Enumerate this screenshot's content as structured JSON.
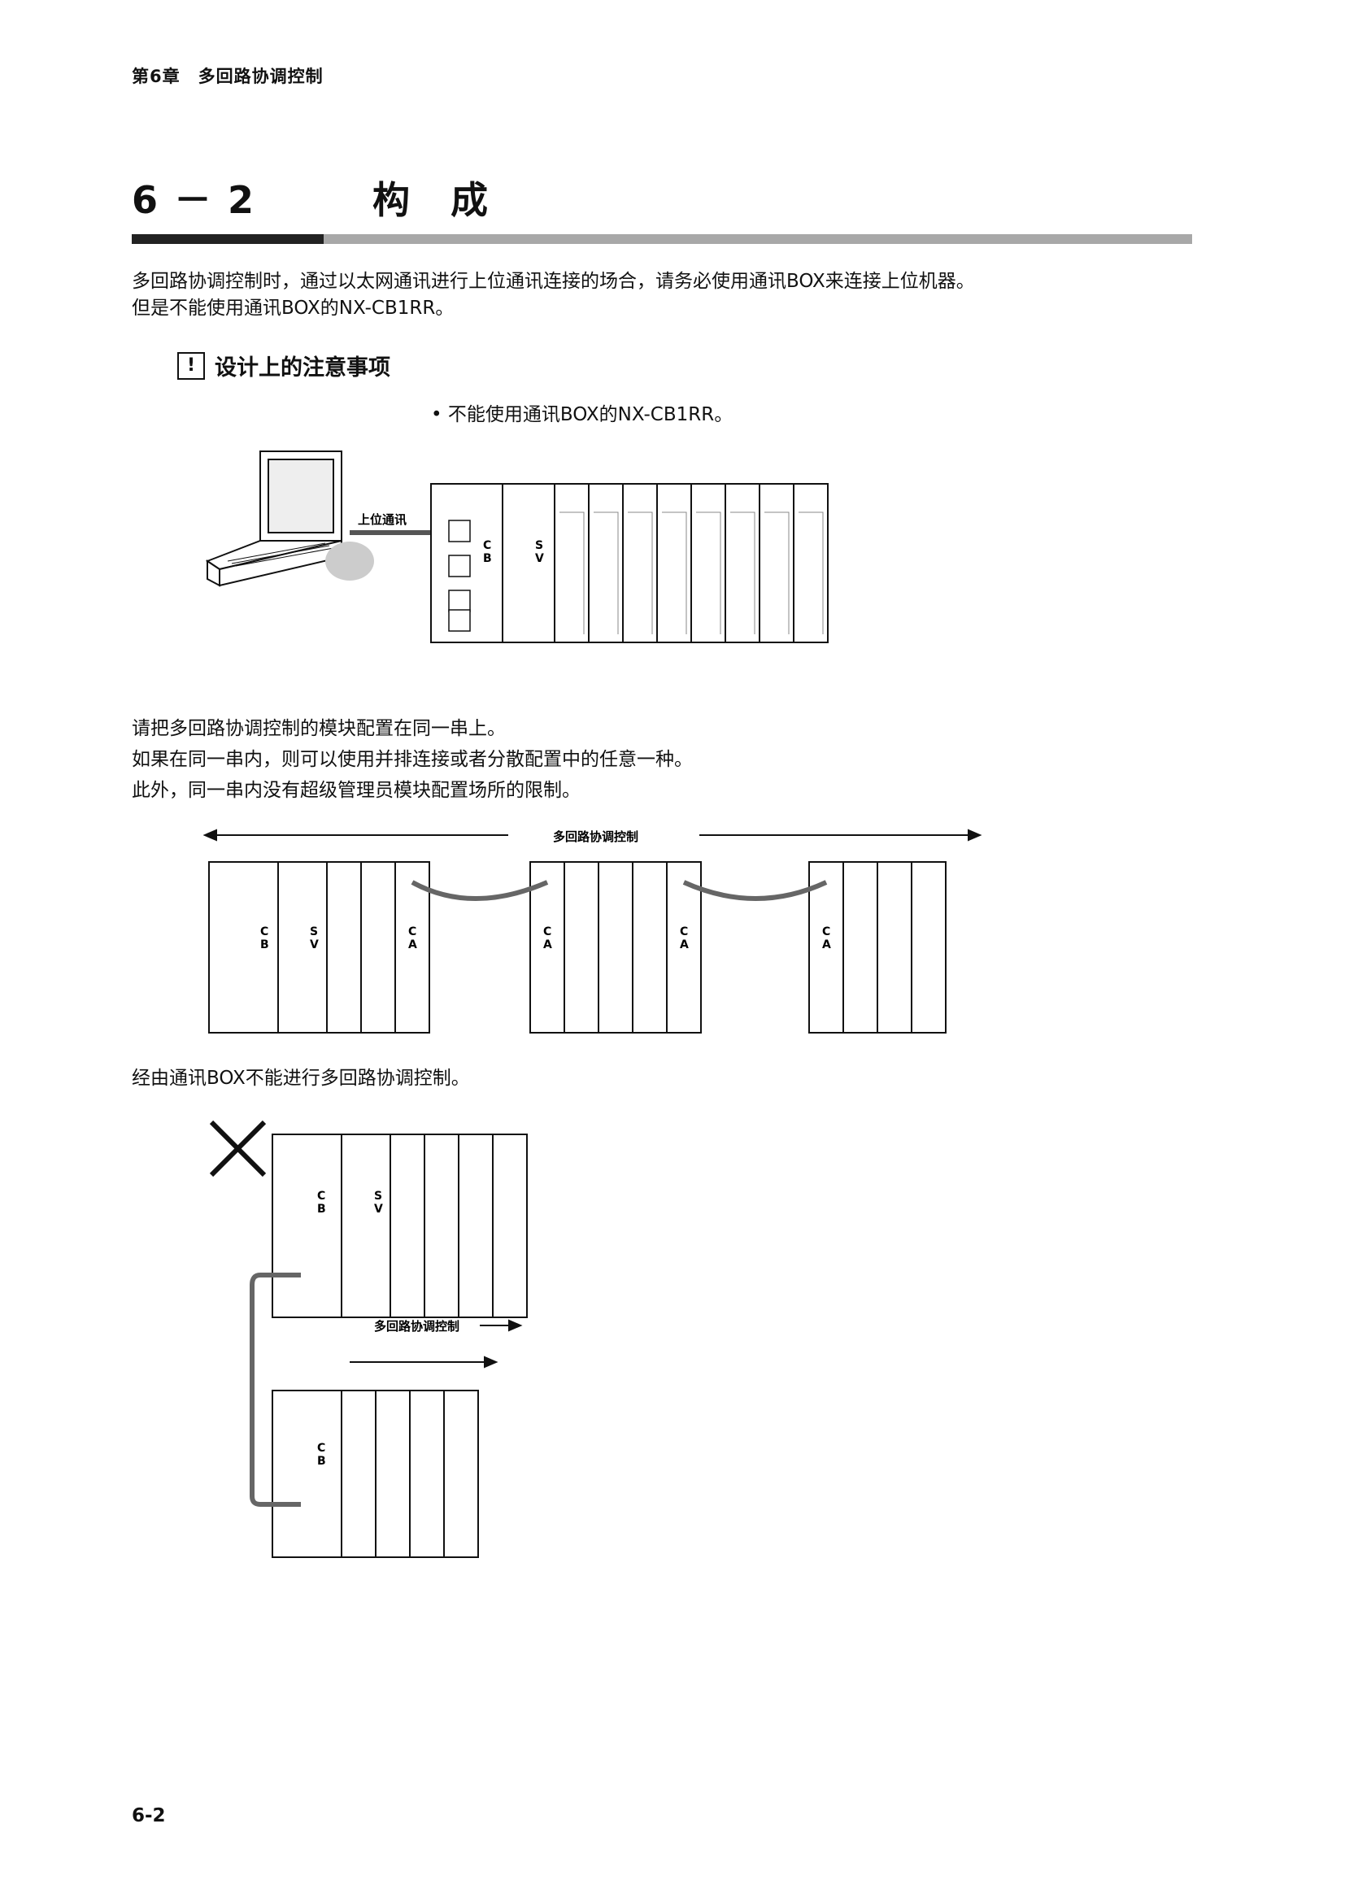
{
  "header": {
    "chapter": "第6章　多回路协调控制"
  },
  "section": {
    "title": "6 － 2　　　构　成"
  },
  "intro": {
    "line1": "多回路协调控制时，通过以太网通讯进行上位通讯连接的场合，请务必使用通讯BOX来连接上位机器。",
    "line2": "但是不能使用通讯BOX的NX-CB1RR。"
  },
  "notice": {
    "icon": "exclamation-box-icon",
    "title": "设计上的注意事项",
    "bullet": "•  不能使用通讯BOX的NX-CB1RR。"
  },
  "figure1": {
    "label": "上位通讯",
    "cb": [
      "C",
      "B"
    ],
    "sv": [
      "S",
      "V"
    ]
  },
  "para2": {
    "line1": "请把多回路协调控制的模块配置在同一串上。",
    "line2": "如果在同一串内，则可以使用并排连接或者分散配置中的任意一种。",
    "line3": "此外，同一串内没有超级管理员模块配置场所的限制。"
  },
  "figure2": {
    "label": "多回路协调控制",
    "cb": [
      "C",
      "B"
    ],
    "sv": [
      "S",
      "V"
    ],
    "ca": [
      "C",
      "A"
    ]
  },
  "para3": {
    "line1": "经由通讯BOX不能进行多回路协调控制。"
  },
  "figure3": {
    "label": "多回路协调控制",
    "cb": [
      "C",
      "B"
    ],
    "sv": [
      "S",
      "V"
    ],
    "mark": "cross-icon"
  },
  "footer": {
    "page": "6-2"
  }
}
